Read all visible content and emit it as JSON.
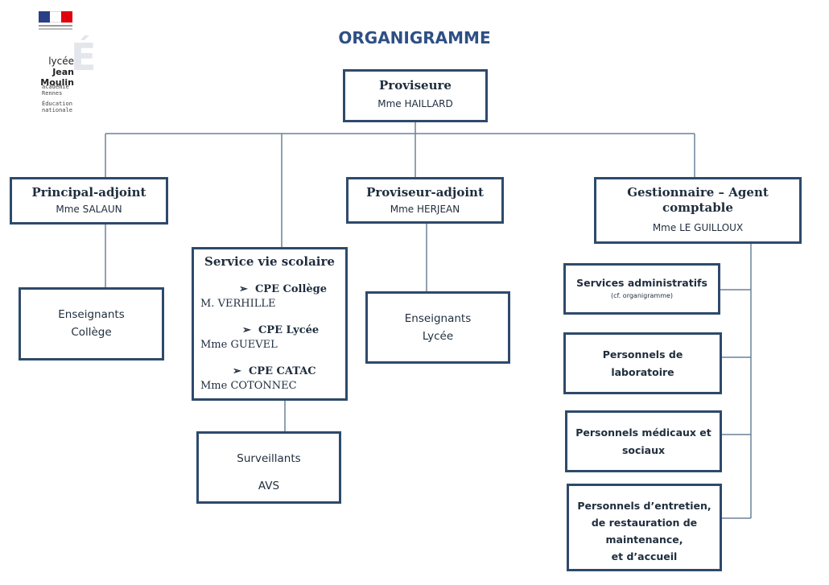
{
  "title": "ORGANIGRAMME",
  "logo": {
    "school_line1": "lycée",
    "school_line2": "Jean Moulin",
    "academie1": "académie",
    "academie2": "Rennes",
    "ministry1": "Éducation",
    "ministry2": "nationale",
    "e_mark": "É"
  },
  "proviseure": {
    "title": "Proviseure",
    "name": "Mme HAILLARD"
  },
  "principal_adjoint": {
    "title": "Principal-adjoint",
    "name": "Mme SALAUN"
  },
  "proviseur_adjoint": {
    "title": "Proviseur-adjoint",
    "name": "Mme HERJEAN"
  },
  "gestionnaire": {
    "title_line1": "Gestionnaire – Agent",
    "title_line2": "comptable",
    "name": "Mme LE GUILLOUX"
  },
  "vie_scolaire": {
    "title": "Service vie scolaire",
    "cpe": [
      {
        "label": "CPE Collège",
        "name": "M. VERHILLE"
      },
      {
        "label": "CPE Lycée",
        "name": "Mme GUEVEL"
      },
      {
        "label": "CPE CATAC",
        "name": "Mme COTONNEC"
      }
    ]
  },
  "enseignants_college": {
    "line1": "Enseignants",
    "line2": "Collège"
  },
  "enseignants_lycee": {
    "line1": "Enseignants",
    "line2": "Lycée"
  },
  "surveillants": {
    "line1": "Surveillants",
    "line2": "AVS"
  },
  "services_admin": {
    "title": "Services administratifs",
    "note": "(cf. organigramme)"
  },
  "labo": {
    "line1": "Personnels de",
    "line2": "laboratoire"
  },
  "medicaux": {
    "line1": "Personnels médicaux et",
    "line2": "sociaux"
  },
  "entretien": {
    "line1": "Personnels d’entretien,",
    "line2": "de restauration de",
    "line3": "maintenance,",
    "line4": "et d’accueil"
  },
  "colors": {
    "border": "#2e4a6b",
    "title": "#2e4f85",
    "connector": "#6a8299",
    "flag_blue": "#2b3f87",
    "flag_red": "#e1000f"
  }
}
